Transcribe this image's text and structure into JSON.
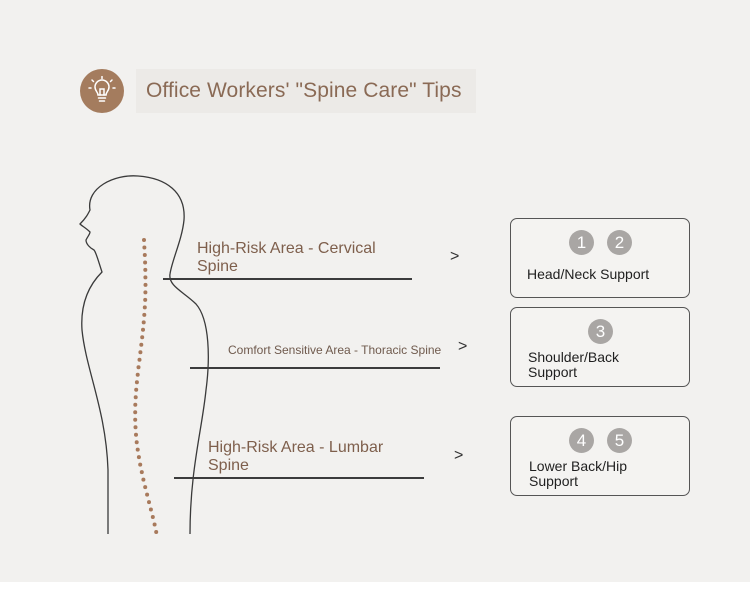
{
  "title": "Office Workers' \"Spine Care\" Tips",
  "icons": {
    "title": "lightbulb-icon"
  },
  "colors": {
    "accent": "#a47c5e",
    "spine_dots": "#a87a5c",
    "badge": "#a9a6a4"
  },
  "areas": [
    {
      "label": "High-Risk Area - Cervical Spine",
      "arrow": ">"
    },
    {
      "label": "Comfort Sensitive Area - Thoracic Spine",
      "arrow": ">"
    },
    {
      "label": "High-Risk Area - Lumbar Spine",
      "arrow": ">"
    }
  ],
  "supports": [
    {
      "badges": [
        "1",
        "2"
      ],
      "label": "Head/Neck Support"
    },
    {
      "badges": [
        "3"
      ],
      "label": "Shoulder/Back Support"
    },
    {
      "badges": [
        "4",
        "5"
      ],
      "label": "Lower Back/Hip Support"
    }
  ]
}
